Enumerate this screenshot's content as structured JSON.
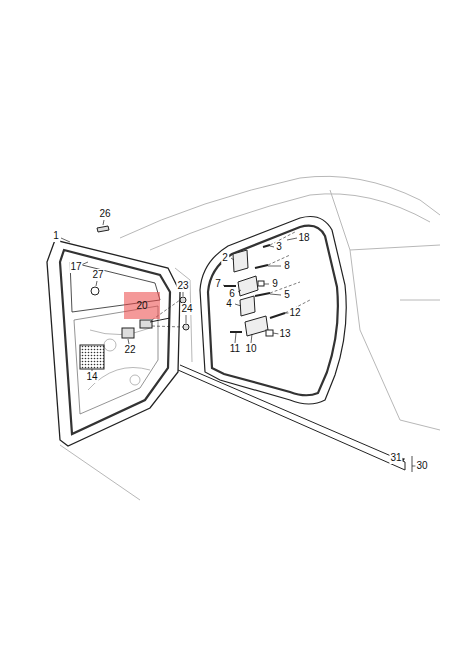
{
  "diagram": {
    "nodes": [
      {
        "text": [
          "20"
        ]
      }
    ],
    "labels": [
      "26",
      "1",
      "17",
      "27",
      "23",
      "24",
      "22",
      "14",
      "18",
      "3",
      "2",
      "8",
      "7",
      "9",
      "6",
      "5",
      "4",
      "12",
      "13",
      "11",
      "10",
      "31",
      "30"
    ]
  }
}
